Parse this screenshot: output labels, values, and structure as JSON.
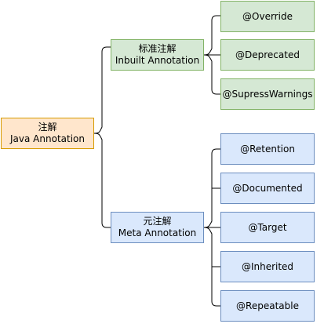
{
  "root": {
    "line1": "注解",
    "line2": "Java Annotation"
  },
  "inbuilt": {
    "line1": "标准注解",
    "line2": "Inbuilt Annotation",
    "children": [
      "@Override",
      "@Deprecated",
      "@SupressWarnings"
    ]
  },
  "meta": {
    "line1": "元注解",
    "line2": "Meta Annotation",
    "children": [
      "@Retention",
      "@Documented",
      "@Target",
      "@Inherited",
      "@Repeatable"
    ]
  },
  "colors": {
    "root_fill": "#ffe6cc",
    "root_stroke": "#d79b00",
    "inbuilt_fill": "#d5e8d4",
    "inbuilt_stroke": "#82b366",
    "meta_fill": "#dae8fc",
    "meta_stroke": "#6c8ebf",
    "connector": "#000000"
  }
}
